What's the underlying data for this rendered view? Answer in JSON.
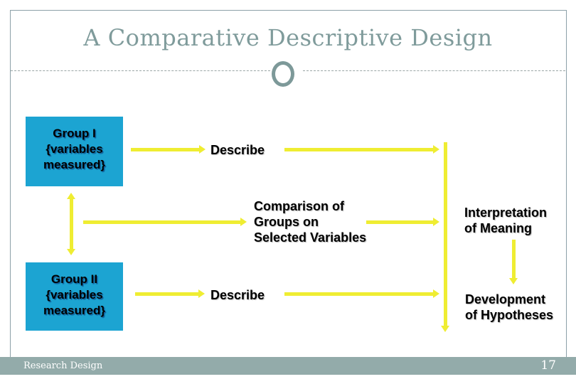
{
  "slide_title": "A Comparative Descriptive Design",
  "boxes": {
    "group1": "Group I\n{variables\nmeasured}",
    "group2": "Group II\n{variables\nmeasured}"
  },
  "labels": {
    "describe_top": "Describe",
    "describe_bottom": "Describe",
    "comparison": "Comparison of\nGroups on\nSelected Variables",
    "interpretation": "Interpretation\nof Meaning",
    "development": "Development\nof Hypotheses"
  },
  "footer": {
    "left": "Research Design",
    "page_number": "17"
  },
  "colors": {
    "box_cyan": "#1ca4d2",
    "arrow_yellow": "#efed32",
    "title_teal": "#7f9b9b",
    "footer_bar_teal": "#93abaa",
    "frame_gray": "#8ca0a8"
  }
}
